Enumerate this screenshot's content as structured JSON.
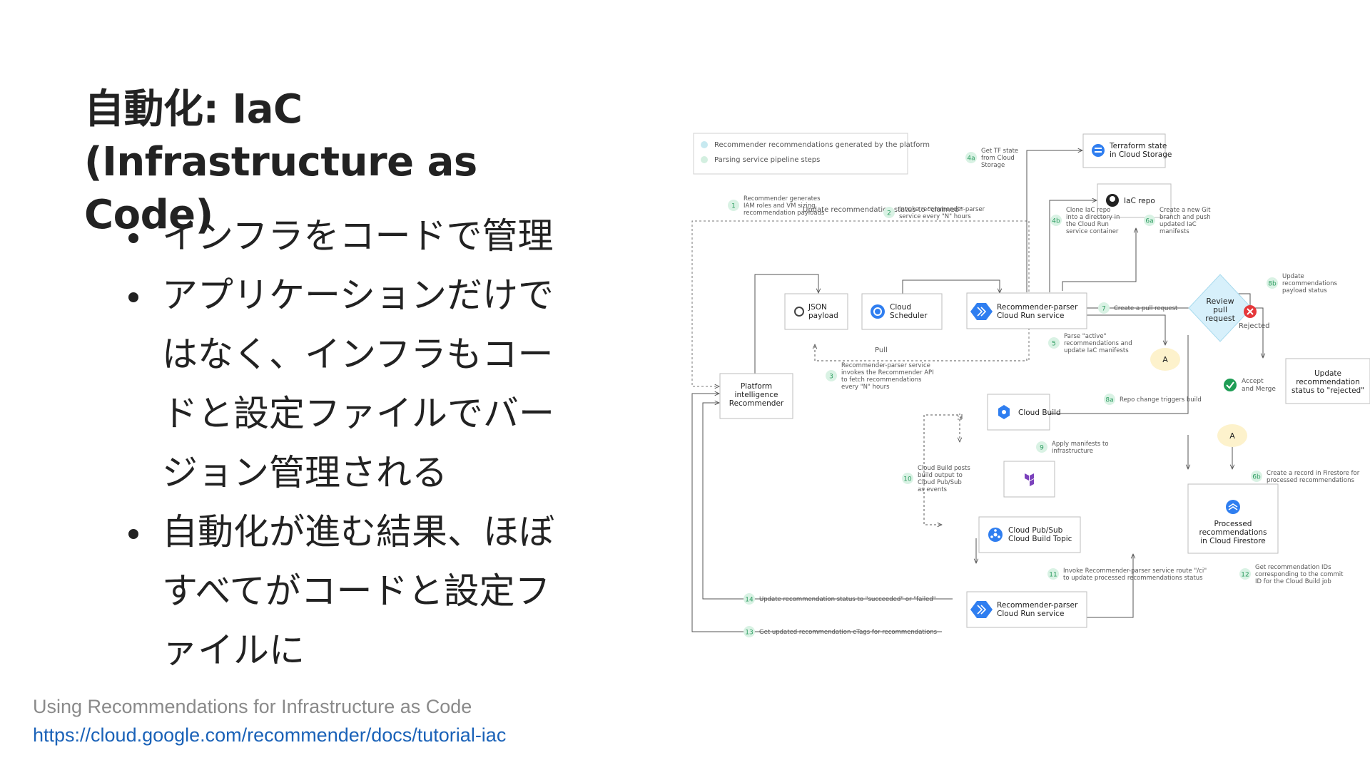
{
  "slide": {
    "title": "自動化: IaC (Infrastructure as Code)",
    "bullets": [
      "インフラをコードで管理",
      "アプリケーションだけではなく、インフラもコードと設定ファイルでバージョン管理される",
      "自動化が進む結果、ほぼすべてがコードと設定ファイルに"
    ],
    "source_title": "Using Recommendations for Infrastructure as Code",
    "source_url": "https://cloud.google.com/recommender/docs/tutorial-iac"
  },
  "diagram": {
    "legend": [
      "Recommender recommendations generated by the platform",
      "Parsing service pipeline steps"
    ],
    "nodes": {
      "terraform_state": [
        "Terraform state",
        "in Cloud Storage"
      ],
      "iac_repo": "IaC repo",
      "json_payload": [
        "JSON",
        "payload"
      ],
      "cloud_scheduler": [
        "Cloud",
        "Scheduler"
      ],
      "parser_top": [
        "Recommender-parser",
        "Cloud Run service"
      ],
      "review": [
        "Review",
        "pull",
        "request"
      ],
      "update_rejected": [
        "Update",
        "recommendation",
        "status to \"rejected\""
      ],
      "platform": [
        "Platform",
        "intelligence",
        "Recommender"
      ],
      "cloud_build": "Cloud Build",
      "pubsub": [
        "Cloud Pub/Sub",
        "Cloud Build Topic"
      ],
      "firestore": [
        "Processed",
        "recommendations",
        "in Cloud Firestore"
      ],
      "parser_bottom": [
        "Recommender-parser",
        "Cloud Run service"
      ],
      "connector_a": "A"
    },
    "steps": {
      "s1": {
        "num": "1",
        "text": [
          "Recommender generates",
          "IAM roles and VM sizing",
          "recommendation payloads"
        ]
      },
      "s2": {
        "num": "2",
        "text": [
          "Invoke recommender-parser",
          "service every \"N\" hours"
        ]
      },
      "s3": {
        "num": "3",
        "text": [
          "Recommender-parser service",
          "invokes the Recommender API",
          "to fetch recommendations",
          "every \"N\" hours"
        ]
      },
      "s4a": {
        "num": "4a",
        "text": [
          "Get TF state",
          "from Cloud",
          "Storage"
        ]
      },
      "s4b": {
        "num": "4b",
        "text": [
          "Clone IaC repo",
          "into a directory in",
          "the Cloud Run",
          "service container"
        ]
      },
      "s5": {
        "num": "5",
        "text": [
          "Parse \"active\"",
          "recommendations and",
          "update IaC manifests"
        ]
      },
      "s6a": {
        "num": "6a",
        "text": [
          "Create a new Git",
          "branch and push",
          "updated IaC",
          "manifests"
        ]
      },
      "s6b": {
        "num": "6b",
        "text": [
          "Create a record in Firestore for",
          "processed recommendations"
        ]
      },
      "s7": {
        "num": "7",
        "text": [
          "Create a pull request"
        ]
      },
      "s8a": {
        "num": "8a",
        "text": [
          "Repo change triggers build"
        ]
      },
      "s8b": {
        "num": "8b",
        "text": [
          "Update",
          "recommendations",
          "payload status"
        ]
      },
      "s9": {
        "num": "9",
        "text": [
          "Apply manifests to",
          "infrastructure"
        ]
      },
      "s10": {
        "num": "10",
        "text": [
          "Cloud Build posts",
          "build output to",
          "Cloud Pub/Sub",
          "as events"
        ]
      },
      "s11": {
        "num": "11",
        "text": [
          "Invoke Recommender-parser service route \"/ci\"",
          "to update processed recommendations status"
        ]
      },
      "s12": {
        "num": "12",
        "text": [
          "Get recommendation IDs",
          "corresponding to the commit",
          "ID for the Cloud Build job"
        ]
      },
      "s13": {
        "num": "13",
        "text": [
          "Get updated recommendation eTags for recommendations"
        ]
      },
      "s14": {
        "num": "14",
        "text": [
          "Update recommendation status to \"succeeded\" or \"failed\""
        ]
      }
    },
    "edge_labels": {
      "claimed": "Update recommendation status to \"claimed\"",
      "pull": "Pull",
      "rejected": "Rejected",
      "accept": [
        "Accept",
        "and Merge"
      ]
    },
    "colors": {
      "step_circle": "#d9f2e4",
      "step_text": "#2e9d61",
      "legend_blue": "#c7e9f0",
      "legend_green": "#d3efe0",
      "gcp_blue": "#2f7ef0",
      "review_fill": "#d7f0fb",
      "connector_fill": "#fdf2cc",
      "rejected_red": "#e5383b",
      "accept_green": "#1f9d55",
      "terraform_purple": "#7b42bc"
    }
  }
}
